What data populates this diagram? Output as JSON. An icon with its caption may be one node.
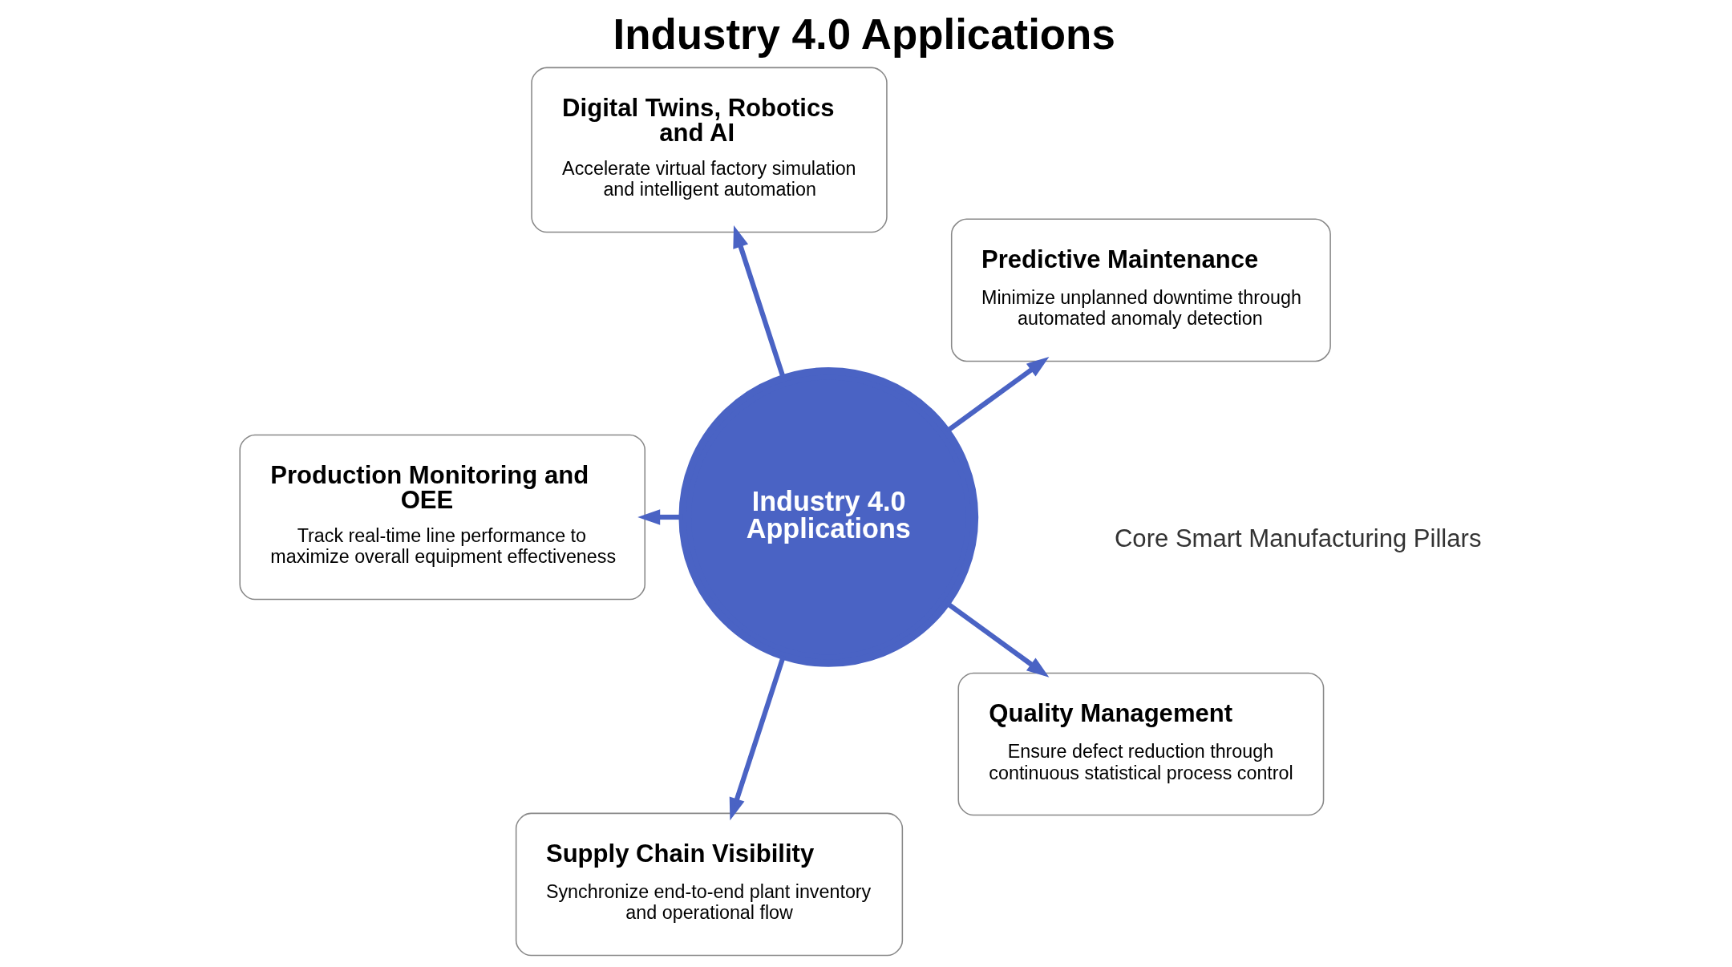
{
  "diagram": {
    "title": "Industry 4.0 Applications",
    "nodes": [
      {
        "text": [
          "Industry 4.0 Applications"
        ]
      },
      {
        "text": [
          "Predictive Maintenance",
          "Minimize unplanned downtime through automated anomaly detection"
        ]
      },
      {
        "text": [
          "Digital Twins, Robotics and AI",
          "Accelerate virtual factory simulation and intelligent automation"
        ]
      },
      {
        "text": [
          "Production Monitoring and OEE",
          "Track real-time line performance to maximize overall equipment effectiveness"
        ]
      },
      {
        "text": [
          "Supply Chain Visibility",
          "Synchronize end-to-end plant inventory and operational flow"
        ]
      },
      {
        "text": [
          "Quality Management",
          "Ensure defect reduction through continuous statistical process control"
        ]
      }
    ],
    "edges": [
      {
        "from": 0,
        "to": 1,
        "arrow": "to"
      },
      {
        "from": 0,
        "to": 2,
        "arrow": "to"
      },
      {
        "from": 0,
        "to": 3,
        "arrow": "to"
      },
      {
        "from": 0,
        "to": 4,
        "arrow": "to"
      },
      {
        "from": 0,
        "to": 5,
        "arrow": "to"
      }
    ],
    "labels": [
      "Core Smart Manufacturing Pillars"
    ]
  }
}
